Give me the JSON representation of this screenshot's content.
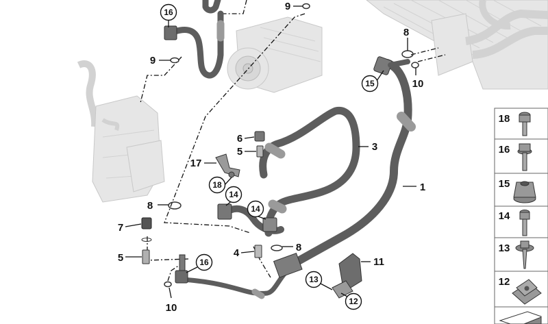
{
  "diagram": {
    "callouts": [
      {
        "id": "c16a",
        "label": "16",
        "circled": true
      },
      {
        "id": "c9a",
        "label": "9",
        "circled": false
      },
      {
        "id": "c9b",
        "label": "9",
        "circled": false
      },
      {
        "id": "c8a",
        "label": "8",
        "circled": false
      },
      {
        "id": "c15",
        "label": "15",
        "circled": true
      },
      {
        "id": "c10a",
        "label": "10",
        "circled": false
      },
      {
        "id": "c3",
        "label": "3",
        "circled": false
      },
      {
        "id": "c6",
        "label": "6",
        "circled": false
      },
      {
        "id": "c5a",
        "label": "5",
        "circled": false
      },
      {
        "id": "c17",
        "label": "17",
        "circled": false
      },
      {
        "id": "c18",
        "label": "18",
        "circled": true
      },
      {
        "id": "c14a",
        "label": "14",
        "circled": true
      },
      {
        "id": "c14b",
        "label": "14",
        "circled": true
      },
      {
        "id": "c1",
        "label": "1",
        "circled": false
      },
      {
        "id": "c8b",
        "label": "8",
        "circled": false
      },
      {
        "id": "c7",
        "label": "7",
        "circled": false
      },
      {
        "id": "c5b",
        "label": "5",
        "circled": false
      },
      {
        "id": "c4",
        "label": "4",
        "circled": false
      },
      {
        "id": "c8c",
        "label": "8",
        "circled": false
      },
      {
        "id": "c16b",
        "label": "16",
        "circled": true
      },
      {
        "id": "c11",
        "label": "11",
        "circled": false
      },
      {
        "id": "c13",
        "label": "13",
        "circled": true
      },
      {
        "id": "c12",
        "label": "12",
        "circled": true
      },
      {
        "id": "c10b",
        "label": "10",
        "circled": false
      }
    ],
    "parts_panel": [
      {
        "label": "18",
        "icon": "torx-screw-icon"
      },
      {
        "label": "16",
        "icon": "hex-flange-bolt-icon"
      },
      {
        "label": "15",
        "icon": "hex-flange-nut-icon"
      },
      {
        "label": "14",
        "icon": "torx-bolt-icon"
      },
      {
        "label": "13",
        "icon": "collar-screw-icon"
      },
      {
        "label": "12",
        "icon": "clip-nut-icon"
      },
      {
        "label": "",
        "icon": "arrow-shape-icon"
      }
    ]
  }
}
